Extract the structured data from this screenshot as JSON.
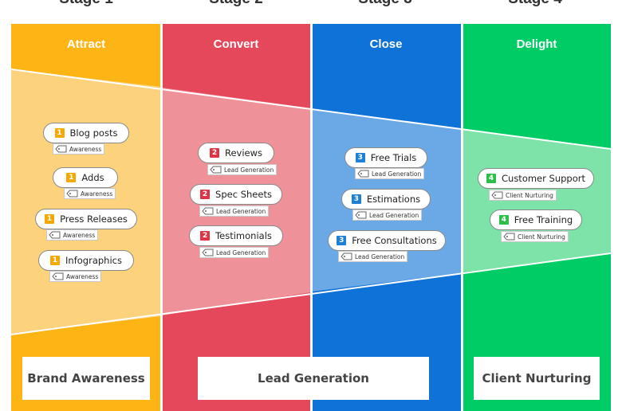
{
  "stages": [
    {
      "title": "Stage 1",
      "header": "Attract",
      "color": "#FDB515",
      "band_color": "#FCD27C"
    },
    {
      "title": "Stage 2",
      "header": "Convert",
      "color": "#E4485A",
      "band_color": "#EF9199"
    },
    {
      "title": "Stage 3",
      "header": "Close",
      "color": "#0E72D6",
      "band_color": "#6AA8E6"
    },
    {
      "title": "Stage 4",
      "header": "Delight",
      "color": "#00CC66",
      "band_color": "#7EE3A8"
    }
  ],
  "items": {
    "attract": [
      {
        "badge": "1",
        "label": "Blog posts",
        "tag": "Awareness"
      },
      {
        "badge": "1",
        "label": "Adds",
        "tag": "Awareness"
      },
      {
        "badge": "1",
        "label": "Press Releases",
        "tag": "Awareness"
      },
      {
        "badge": "1",
        "label": "Infographics",
        "tag": "Awareness"
      }
    ],
    "convert": [
      {
        "badge": "2",
        "label": "Reviews",
        "tag": "Lead Generation"
      },
      {
        "badge": "2",
        "label": "Spec Sheets",
        "tag": "Lead Generation"
      },
      {
        "badge": "2",
        "label": "Testimonials",
        "tag": "Lead Generation"
      }
    ],
    "close": [
      {
        "badge": "3",
        "label": "Free Trials",
        "tag": "Lead Generation"
      },
      {
        "badge": "3",
        "label": "Estimations",
        "tag": "Lead Generation"
      },
      {
        "badge": "3",
        "label": "Free Consultations",
        "tag": "Lead Generation"
      }
    ],
    "delight": [
      {
        "badge": "4",
        "label": "Customer Support",
        "tag": "Client Nurturing"
      },
      {
        "badge": "4",
        "label": "Free Training",
        "tag": "Client Nurturing"
      }
    ]
  },
  "badge_colors": {
    "1": "#F5A800",
    "2": "#E03444",
    "3": "#1C7FD8",
    "4": "#2DBE4A"
  },
  "footer": {
    "brand_awareness": "Brand Awareness",
    "lead_generation": "Lead Generation",
    "client_nurturing": "Client Nurturing"
  },
  "icons": {
    "tag": "tag-icon"
  }
}
